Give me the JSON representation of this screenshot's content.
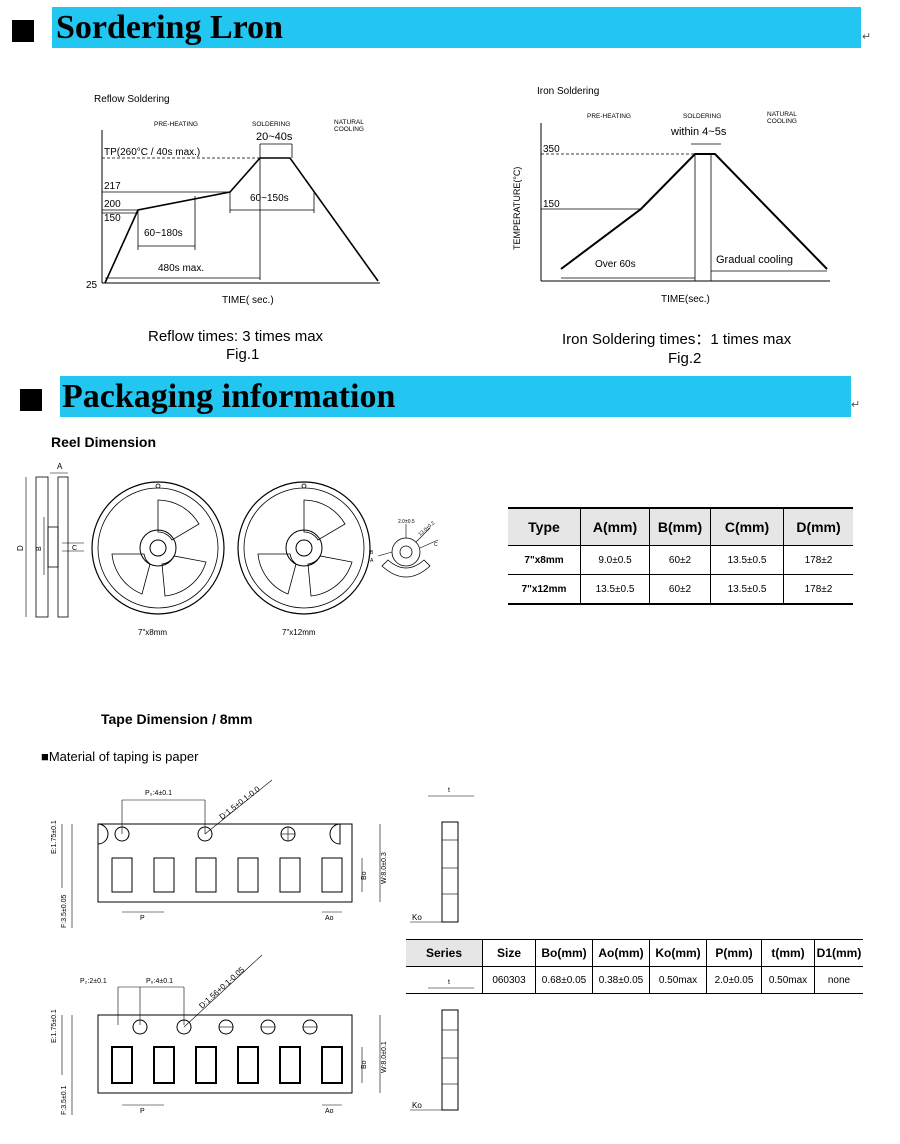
{
  "sections": {
    "soldering": {
      "title": "Sordering Lron",
      "return_mark": "↵"
    },
    "packaging": {
      "title": "Packaging information",
      "return_mark": "↵"
    }
  },
  "reflow": {
    "title": "Reflow Soldering",
    "zones": [
      "PRE-HEATING",
      "SOLDERING",
      "NATURAL",
      "COOLING"
    ],
    "tp_label": "TP(260°C / 40s max.)",
    "t_top": "20~40s",
    "y_ticks": [
      "217",
      "200",
      "150",
      "25"
    ],
    "preheat_time": "60~180s",
    "solder_time": "60~150s",
    "total_time": "480s max.",
    "x_axis": "TIME( sec.)",
    "caption": "Reflow times: 3 times max",
    "fig": "Fig.1"
  },
  "iron": {
    "title": "Iron Soldering",
    "zones": [
      "PRE-HEATING",
      "SOLDERING",
      "NATURAL",
      "COOLING"
    ],
    "t_top": "within 4~5s",
    "y_ticks": [
      "350",
      "150"
    ],
    "y_axis": "TEMPERATURE(°C)",
    "preheat_time": "Over 60s",
    "cooling": "Gradual  cooling",
    "x_axis": "TIME(sec.)",
    "caption": "Iron Soldering times：1 times max",
    "fig": "Fig.2"
  },
  "reel": {
    "heading": "Reel Dimension",
    "side_labels": [
      "A",
      "D",
      "B",
      "C"
    ],
    "reel_labels": [
      "7\"x8mm",
      "7\"x12mm"
    ],
    "hub_labels": [
      "2.0±0.5",
      "13.0±0.2",
      "C",
      "B",
      "A"
    ],
    "table": {
      "headers": [
        "Type",
        "A(mm)",
        "B(mm)",
        "C(mm)",
        "D(mm)"
      ],
      "rows": [
        [
          "7\"x8mm",
          "9.0±0.5",
          "60±2",
          "13.5±0.5",
          "178±2"
        ],
        [
          "7\"x12mm",
          "13.5±0.5",
          "60±2",
          "13.5±0.5",
          "178±2"
        ]
      ]
    }
  },
  "tape": {
    "heading": "Tape Dimension / 8mm",
    "note": "■Material of taping is paper",
    "diag1": {
      "p_hole": "P₀:4±0.1",
      "d_hole": "D:1.5+0.1-0.0",
      "e": "E:1.75±0.1",
      "f": "F:3.5±0.05",
      "w": "W:8.0±0.3",
      "bo": "Bo",
      "p": "P",
      "ao": "Ao"
    },
    "diag2": {
      "p2": "P₂:2±0.1",
      "p_hole": "P₀:4±0.1",
      "d_hole": "D:1.56+0.1-0.05",
      "e": "E:1.75±0.1",
      "f": "F:3.5±0.1",
      "w": "W:8.0±0.1",
      "bo": "Bo",
      "p": "P",
      "ao": "Ao"
    },
    "side": {
      "t": "t",
      "ko": "Ko"
    },
    "table": {
      "headers": [
        "Series",
        "Size",
        "Bo(mm)",
        "Ao(mm)",
        "Ko(mm)",
        "P(mm)",
        "t(mm)",
        "D1(mm)"
      ],
      "rows": [
        [
          "",
          "060303",
          "0.68±0.05",
          "0.38±0.05",
          "0.50max",
          "2.0±0.05",
          "0.50max",
          "none"
        ]
      ]
    }
  },
  "colors": {
    "accent_bar": "#22c6f0"
  }
}
